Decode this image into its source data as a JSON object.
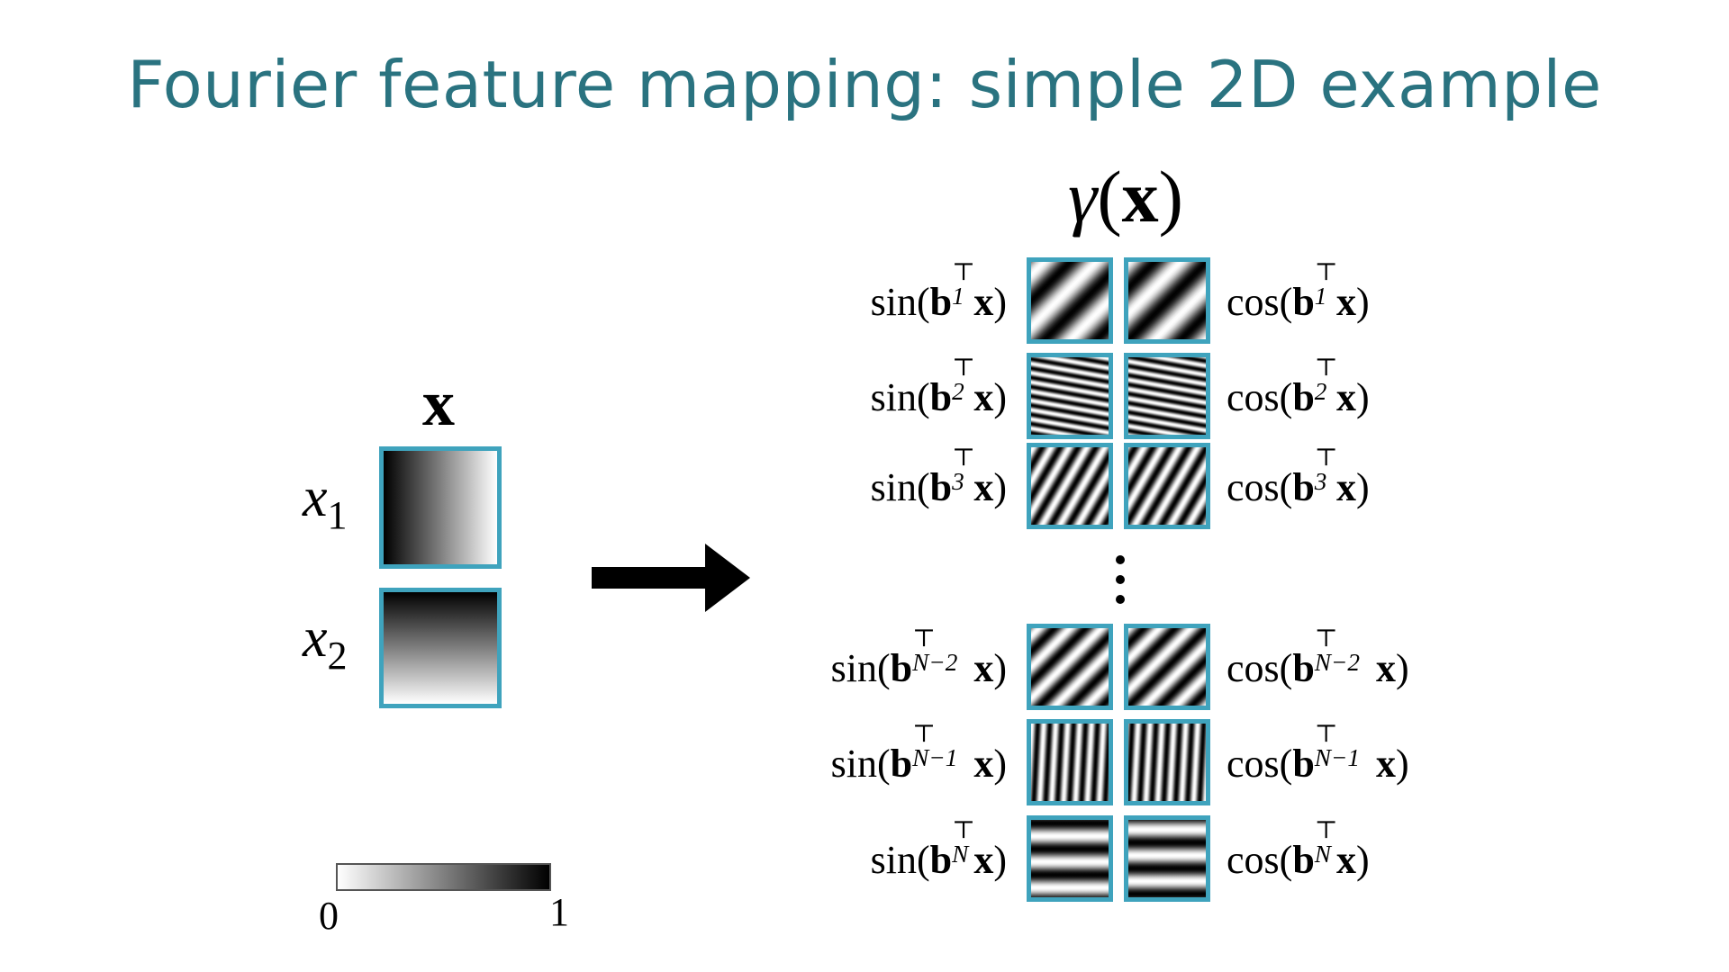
{
  "title": "Fourier feature mapping: simple 2D example",
  "input": {
    "symbol": "x",
    "x1_label": {
      "var": "x",
      "index": "1"
    },
    "x2_label": {
      "var": "x",
      "index": "2"
    }
  },
  "colorbar": {
    "min": "0",
    "max": "1"
  },
  "output": {
    "title_gamma": "γ",
    "title_arg": "x",
    "ellipsis": "⋮",
    "transpose_symbol": "⊤",
    "vector_b": "b",
    "vector_x": "x",
    "rows": [
      {
        "sin": "sin(",
        "cos": "cos(",
        "index": "1",
        "close": ")",
        "angle": 45,
        "frequency": 2.1
      },
      {
        "sin": "sin(",
        "cos": "cos(",
        "index": "2",
        "close": ")",
        "angle": 100,
        "frequency": 8.5
      },
      {
        "sin": "sin(",
        "cos": "cos(",
        "index": "3",
        "close": ")",
        "angle": 30,
        "frequency": 5
      },
      {
        "sin": "sin(",
        "cos": "cos(",
        "index": "N−2",
        "close": ")",
        "angle": 45,
        "frequency": 3.5
      },
      {
        "sin": "sin(",
        "cos": "cos(",
        "index": "N−1",
        "close": ")",
        "angle": 3,
        "frequency": 6.5
      },
      {
        "sin": "sin(",
        "cos": "cos(",
        "index": "N",
        "close": ")",
        "angle": 90,
        "frequency": 3
      }
    ]
  },
  "colors": {
    "title": "#2a7380",
    "frame": "#3fa3bd",
    "text": "#000000"
  }
}
